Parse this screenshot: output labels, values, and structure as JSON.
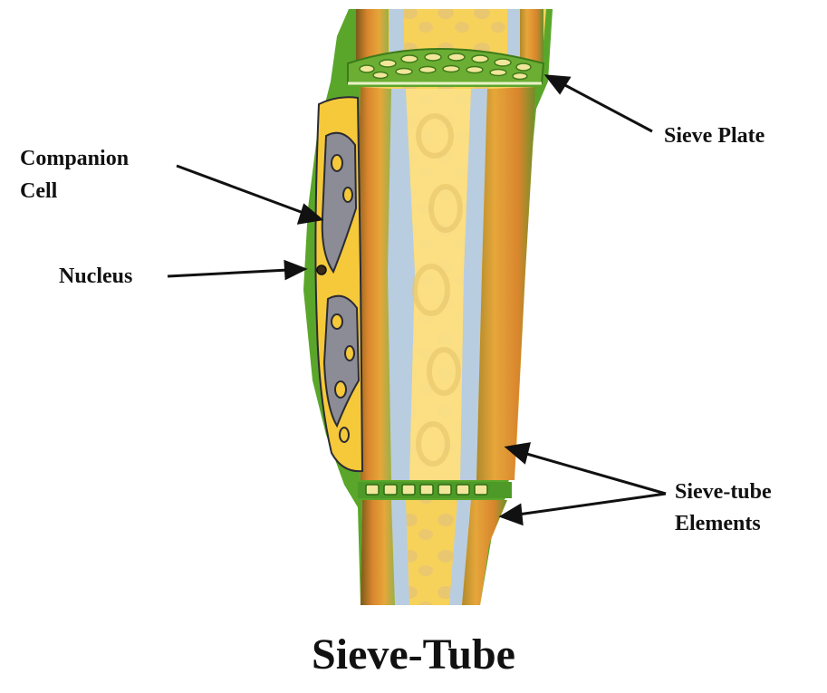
{
  "labels": {
    "companion_cell_line1": "Companion",
    "companion_cell_line2": "Cell",
    "nucleus": "Nucleus",
    "sieve_plate": "Sieve Plate",
    "sieve_tube_elements_line1": "Sieve-tube",
    "sieve_tube_elements_line2": "Elements"
  },
  "title": "Sieve-Tube",
  "colors": {
    "cell_wall_green": "#5aa62a",
    "cytoplasm_yellow": "#f7d25a",
    "lumen_light": "#fbe28a",
    "membrane_blue": "#b9cde0",
    "wall_orange": "#d9862d",
    "wall_brown": "#8a5a1c",
    "nucleus_gray": "#9a9aa0",
    "arrow": "#111111"
  }
}
